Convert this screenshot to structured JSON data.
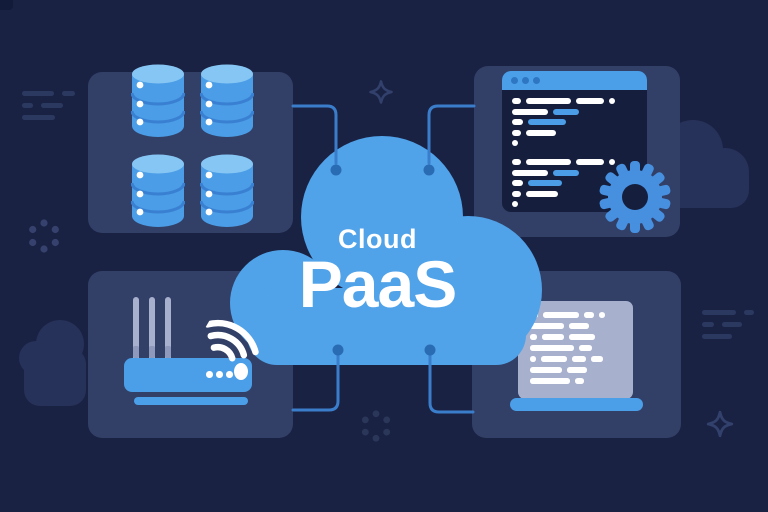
{
  "title": {
    "line1": "Cloud",
    "line2": "PaaS"
  },
  "colors": {
    "background": "#1a2244",
    "panel": "#323f66",
    "cloud_blue": "#50a2e9",
    "accent_blue": "#4a9de6",
    "window_dark": "#151f3d",
    "titlebar_dot": "#2e76c2",
    "database_top": "#85c6f4",
    "database_divider": "#3a80d2",
    "gear_blue": "#478fdf",
    "light_gray": "#a7b1ce",
    "white": "#ffffff",
    "connector_line": "#3a7dca",
    "connector_dot": "#2a6cb4",
    "decoration": "#2b3961",
    "bg_cloud": "#27325a"
  },
  "icons": [
    "database-icon",
    "code-window-icon",
    "gear-icon",
    "router-icon",
    "wifi-icon",
    "laptop-icon",
    "cloud-shape",
    "sparkle-icon",
    "dotted-circle-icon",
    "speed-lines-icon"
  ],
  "code_window": {
    "titlebar_dots": 3,
    "rows": [
      [
        {
          "w": 9,
          "c": "w"
        },
        {
          "w": 45,
          "c": "w"
        },
        {
          "w": 28,
          "c": "w"
        },
        {
          "w": 6,
          "c": "w",
          "d": 1
        }
      ],
      [
        {
          "w": 36,
          "c": "w"
        },
        {
          "w": 26,
          "c": "b"
        }
      ],
      [
        {
          "w": 11,
          "c": "w"
        },
        {
          "w": 38,
          "c": "b"
        }
      ],
      [
        {
          "w": 9,
          "c": "w"
        },
        {
          "w": 30,
          "c": "w"
        }
      ],
      [
        {
          "w": 6,
          "c": "w",
          "d": 1
        }
      ],
      [],
      [
        {
          "w": 9,
          "c": "w"
        },
        {
          "w": 45,
          "c": "w"
        },
        {
          "w": 28,
          "c": "w"
        },
        {
          "w": 6,
          "c": "w",
          "d": 1
        }
      ],
      [
        {
          "w": 36,
          "c": "w"
        },
        {
          "w": 26,
          "c": "b"
        }
      ],
      [
        {
          "w": 11,
          "c": "w"
        },
        {
          "w": 34,
          "c": "b"
        }
      ],
      [
        {
          "w": 9,
          "c": "w"
        },
        {
          "w": 32,
          "c": "w"
        }
      ],
      [
        {
          "w": 6,
          "c": "w",
          "d": 1
        }
      ]
    ]
  },
  "laptop": {
    "rows": [
      [
        {
          "w": 8,
          "c": "w"
        },
        {
          "w": 36,
          "c": "w"
        },
        {
          "w": 10,
          "c": "w"
        },
        {
          "w": 6,
          "c": "w",
          "d": 1
        }
      ],
      [
        {
          "w": 34,
          "c": "w"
        },
        {
          "w": 20,
          "c": "w"
        }
      ],
      [
        {
          "w": 7,
          "c": "w"
        },
        {
          "w": 22,
          "c": "w"
        },
        {
          "w": 26,
          "c": "w"
        }
      ],
      [
        {
          "w": 44,
          "c": "w"
        },
        {
          "w": 13,
          "c": "w"
        }
      ],
      [
        {
          "w": 6,
          "c": "w"
        },
        {
          "w": 26,
          "c": "w"
        },
        {
          "w": 14,
          "c": "w"
        },
        {
          "w": 12,
          "c": "w"
        }
      ],
      [
        {
          "w": 32,
          "c": "w"
        },
        {
          "w": 20,
          "c": "w"
        }
      ],
      [
        {
          "w": 40,
          "c": "w"
        },
        {
          "w": 9,
          "c": "w"
        }
      ]
    ]
  },
  "database_panel": {
    "stacks": 4,
    "segments_per_stack": 3
  }
}
